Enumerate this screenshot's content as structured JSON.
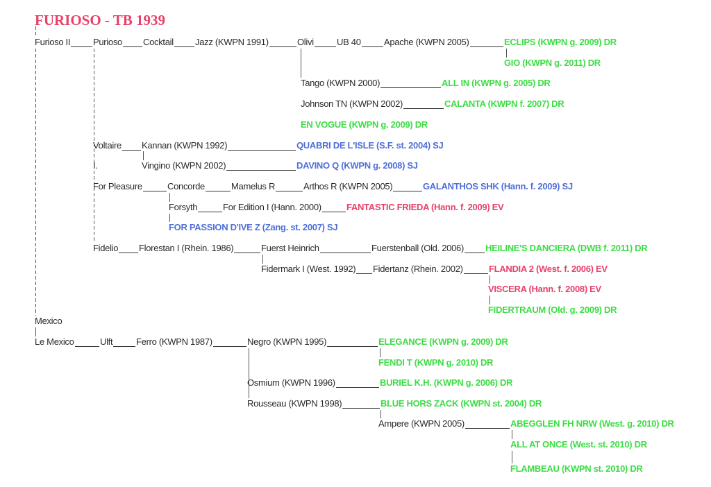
{
  "title": "FURIOSO - TB 1939",
  "colors": {
    "title": "#e8416a",
    "dr": "#3ddc44",
    "sj": "#4e6fd9",
    "ev": "#e8416a",
    "text": "#2a2a2a"
  },
  "nodes": [
    {
      "id": "furioso-ii",
      "text": "Furioso II"
    },
    {
      "id": "purioso",
      "text": "Purioso"
    },
    {
      "id": "cocktail",
      "text": "Cocktail"
    },
    {
      "id": "jazz",
      "text": "Jazz (KWPN 1991)"
    },
    {
      "id": "olivi",
      "text": "Olivi"
    },
    {
      "id": "ub40",
      "text": "UB 40"
    },
    {
      "id": "apache",
      "text": "Apache (KWPN 2005)"
    },
    {
      "id": "eclips",
      "text": "ECLIPS (KWPN g. 2009) DR",
      "kind": "dr"
    },
    {
      "id": "gio",
      "text": "GIO (KWPN g. 2011) DR",
      "kind": "dr"
    },
    {
      "id": "tango",
      "text": "Tango (KWPN 2000)"
    },
    {
      "id": "all-in",
      "text": "ALL IN (KWPN g. 2005) DR",
      "kind": "dr"
    },
    {
      "id": "johnson",
      "text": "Johnson TN (KWPN 2002)"
    },
    {
      "id": "calanta",
      "text": "CALANTA (KWPN f. 2007) DR",
      "kind": "dr"
    },
    {
      "id": "en-vogue",
      "text": "EN VOGUE (KWPN g. 2009) DR",
      "kind": "dr"
    },
    {
      "id": "voltaire",
      "text": "Voltaire"
    },
    {
      "id": "kannan",
      "text": "Kannan (KWPN 1992)"
    },
    {
      "id": "quabri",
      "text": "QUABRI DE L'ISLE (S.F. st. 2004) SJ",
      "kind": "sj"
    },
    {
      "id": "vingino-dot",
      "text": "I."
    },
    {
      "id": "vingino",
      "text": "Vingino (KWPN 2002)"
    },
    {
      "id": "davino",
      "text": "DAVINO Q (KWPN g. 2008) SJ",
      "kind": "sj"
    },
    {
      "id": "for-pleasure",
      "text": "For Pleasure"
    },
    {
      "id": "concorde",
      "text": "Concorde"
    },
    {
      "id": "mamelus",
      "text": "Mamelus R"
    },
    {
      "id": "arthos",
      "text": "Arthos R (KWPN 2005)"
    },
    {
      "id": "galanthos",
      "text": "GALANTHOS SHK (Hann. f. 2009) SJ",
      "kind": "sj"
    },
    {
      "id": "forsyth",
      "text": "Forsyth"
    },
    {
      "id": "for-edition",
      "text": "For Edition I (Hann. 2000)"
    },
    {
      "id": "fantastic",
      "text": "FANTASTIC FRIEDA (Hann. f. 2009) EV",
      "kind": "ev"
    },
    {
      "id": "for-passion",
      "text": "FOR PASSION D'IVE Z (Zang. st. 2007) SJ",
      "kind": "sj"
    },
    {
      "id": "fidelio",
      "text": "Fidelio"
    },
    {
      "id": "florestan",
      "text": "Florestan I (Rhein. 1986)"
    },
    {
      "id": "fuerst-heinrich",
      "text": "Fuerst Heinrich"
    },
    {
      "id": "fuerstenball",
      "text": "Fuerstenball (Old. 2006)"
    },
    {
      "id": "heiline",
      "text": "HEILINE'S DANCIERA (DWB f. 2011) DR",
      "kind": "dr"
    },
    {
      "id": "fidermark",
      "text": "Fidermark I (West. 1992)"
    },
    {
      "id": "fidertanz",
      "text": "Fidertanz (Rhein. 2002)"
    },
    {
      "id": "flandia",
      "text": "FLANDIA 2 (West. f. 2006) EV",
      "kind": "ev"
    },
    {
      "id": "viscera",
      "text": "VISCERA (Hann. f. 2008) EV",
      "kind": "ev"
    },
    {
      "id": "fidertraum",
      "text": "FIDERTRAUM (Old. g. 2009) DR",
      "kind": "dr"
    },
    {
      "id": "mexico",
      "text": "Mexico"
    },
    {
      "id": "le-mexico",
      "text": "Le Mexico"
    },
    {
      "id": "ulft",
      "text": "Ulft"
    },
    {
      "id": "ferro",
      "text": "Ferro (KWPN 1987)"
    },
    {
      "id": "negro",
      "text": "Negro (KWPN 1995)"
    },
    {
      "id": "elegance",
      "text": "ELEGANCE (KWPN g. 2009) DR",
      "kind": "dr"
    },
    {
      "id": "fendi",
      "text": "FENDI T (KWPN g. 2010) DR",
      "kind": "dr"
    },
    {
      "id": "osmium",
      "text": "Osmium (KWPN 1996)"
    },
    {
      "id": "buriel",
      "text": "BURIEL K.H. (KWPN g. 2006) DR",
      "kind": "dr"
    },
    {
      "id": "rousseau",
      "text": "Rousseau (KWPN 1998)"
    },
    {
      "id": "blue-hors",
      "text": "BLUE HORS ZACK (KWPN st. 2004) DR",
      "kind": "dr"
    },
    {
      "id": "ampere",
      "text": "Ampere (KWPN 2005)"
    },
    {
      "id": "abegglen",
      "text": "ABEGGLEN FH NRW (West. g. 2010) DR",
      "kind": "dr"
    },
    {
      "id": "all-at-once",
      "text": "ALL AT ONCE (West. st. 2010) DR",
      "kind": "dr"
    },
    {
      "id": "flambeau",
      "text": "FLAMBEAU (KWPN st. 2010) DR",
      "kind": "dr"
    }
  ]
}
